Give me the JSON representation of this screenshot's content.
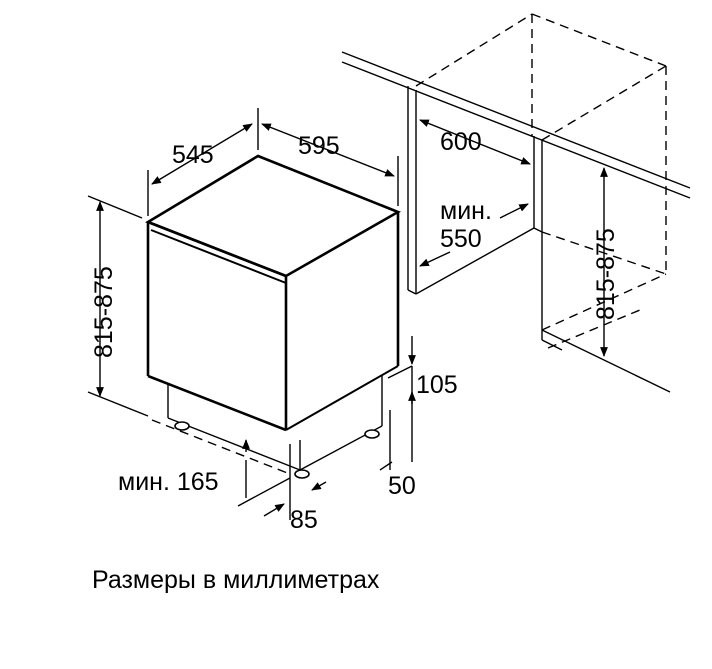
{
  "diagram": {
    "labels": {
      "depth": "545",
      "width": "595",
      "niche_depth": "600",
      "min": "мин.",
      "min_width": "550",
      "height_left": "815-875",
      "height_right": "815-875",
      "plinth_height": "105",
      "leg_height": "50",
      "min_165": "мин. 165",
      "plinth_depth": "85"
    },
    "caption": "Размеры в миллиметрах"
  }
}
